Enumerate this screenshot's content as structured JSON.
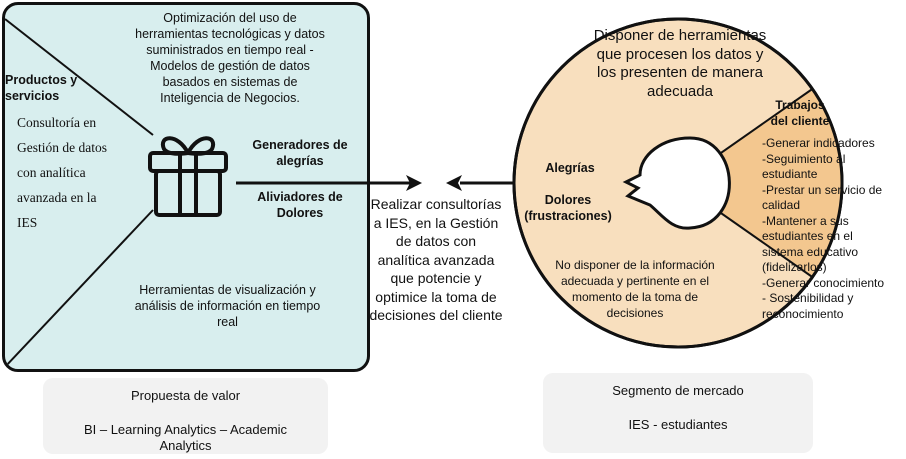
{
  "value_proposition": {
    "top_text": "Optimización del uso de herramientas tecnológicas y datos suministrados en tiempo real - Modelos de gestión de datos basados en sistemas de Inteligencia de Negocios.",
    "products_heading": "Productos y servicios",
    "products_text": "Consultoría en Gestión de datos con analítica avanzada en la IES",
    "gain_creators": "Generadores de alegrías",
    "pain_relievers": "Aliviadores de Dolores",
    "bottom_text": "Herramientas de visualización y análisis de información en tiempo real",
    "icon": "gift-icon"
  },
  "center_text": "Realizar consultorías a IES, en la Gestión de datos con analítica avanzada que potencie y optimice la toma de decisiones del cliente",
  "customer_segment": {
    "top_text": "Disponer de herramientas que procesen los datos y los presenten de manera adecuada",
    "gains": "Alegrías",
    "pains": "Dolores (frustraciones)",
    "bottom_text": "No disponer de la información adecuada y pertinente en el momento de la  toma de decisiones",
    "jobs_heading": "Trabajos del cliente",
    "jobs_lines": [
      "-Generar indicadores",
      "-Seguimiento al",
      "estudiante",
      "-Prestar un servicio de",
      "calidad",
      "-Mantener a sus",
      "estudiantes en el",
      "sistema educativo",
      "(fidelizarlos)",
      "-Generar conocimiento",
      "- Sostenibilidad y",
      "reconocimiento"
    ]
  },
  "labels": {
    "left_title": "Propuesta de valor",
    "left_subtitle": "BI – Learning Analytics – Academic Analytics",
    "right_title": "Segmento de mercado",
    "right_subtitle": "IES - estudiantes"
  },
  "colors": {
    "box_fill": "#d8eeee",
    "circle_fill": "#f8dfbe",
    "jobs_fill": "#f3c78f",
    "label_fill": "#f2f2f2"
  }
}
